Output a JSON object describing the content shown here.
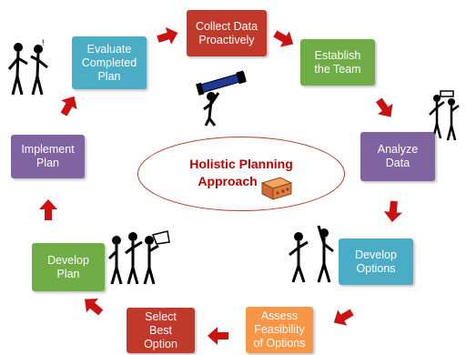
{
  "colors": {
    "red": "#c0392b",
    "green": "#70ad47",
    "teal": "#4bacc6",
    "purple": "#8064a2",
    "orange": "#f79646",
    "dark_red": "#c00000",
    "arrow": "#cc1111"
  },
  "center": {
    "title_line1": "Holistic Planning",
    "title_line2": "Approach",
    "icon": "brick-icon"
  },
  "steps": [
    {
      "line1": "Collect Data",
      "line2": "Proactively",
      "color": "#c0392b"
    },
    {
      "line1": "Establish",
      "line2": "the Team",
      "color": "#70ad47"
    },
    {
      "line1": "Analyze",
      "line2": "Data",
      "color": "#8064a2"
    },
    {
      "line1": "Develop",
      "line2": "Options",
      "color": "#4bacc6"
    },
    {
      "line1": "Assess",
      "line2": "Feasibility",
      "line3": "of Options",
      "color": "#f79646"
    },
    {
      "line1": "Select Best",
      "line2": "Option",
      "color": "#c0392b"
    },
    {
      "line1": "Develop",
      "line2": "Plan",
      "color": "#70ad47"
    },
    {
      "line1": "Implement",
      "line2": "Plan",
      "color": "#8064a2"
    },
    {
      "line1": "Evaluate",
      "line2": "Completed",
      "line3": "Plan",
      "color": "#4bacc6"
    }
  ],
  "illustrations": [
    "telescope-figure-icon",
    "discussing-figures-icon",
    "team-figures-icon",
    "pointing-figures-icon",
    "group-figures-icon"
  ]
}
